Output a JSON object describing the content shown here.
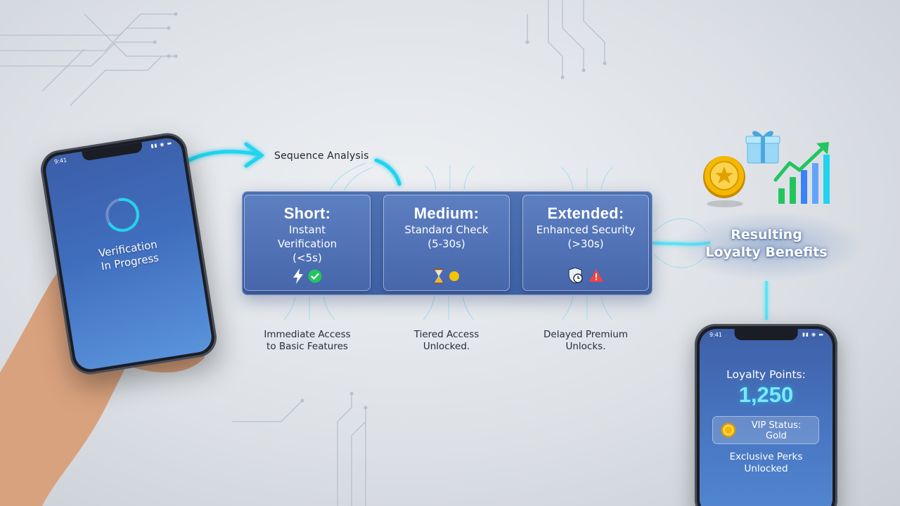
{
  "phone_left": {
    "status_time": "9:41",
    "status_text": "Verification\nIn Progress",
    "line1": "Verification",
    "line2": "In Progress"
  },
  "sequence_label": "Sequence Analysis",
  "stages": [
    {
      "title": "Short:",
      "subtitle_lines": [
        "Instant",
        "Verification",
        "(<5s)"
      ],
      "icons": [
        "lightning-icon",
        "check-circle-icon"
      ],
      "result_lines": [
        "Immediate Access",
        "to Basic Features"
      ]
    },
    {
      "title": "Medium:",
      "subtitle_lines": [
        "Standard Check",
        "(5-30s)"
      ],
      "icons": [
        "hourglass-icon",
        "yellow-dot-icon"
      ],
      "result_lines": [
        "Tiered Access",
        "Unlocked."
      ]
    },
    {
      "title": "Extended:",
      "subtitle_lines": [
        "Enhanced Security",
        "(>30s)"
      ],
      "icons": [
        "shield-clock-icon",
        "warning-icon"
      ],
      "result_lines": [
        "Delayed Premium",
        "Unlocks."
      ]
    }
  ],
  "benefits": {
    "title_line1": "Resulting",
    "title_line2": "Loyalty Benefits",
    "icons": [
      "gold-coin-icon",
      "gift-icon",
      "growth-chart-icon"
    ]
  },
  "phone_right": {
    "status_time": "9:41",
    "points_label": "Loyalty Points:",
    "points_value": "1,250",
    "vip_line1": "VIP Status:",
    "vip_line2": "Gold",
    "perks_line1": "Exclusive Perks",
    "perks_line2": "Unlocked"
  },
  "colors": {
    "panel": "#4766ab",
    "glow": "#22d3ee",
    "check": "#22c55e",
    "warning": "#ef4444",
    "gold": "#f5b800"
  }
}
